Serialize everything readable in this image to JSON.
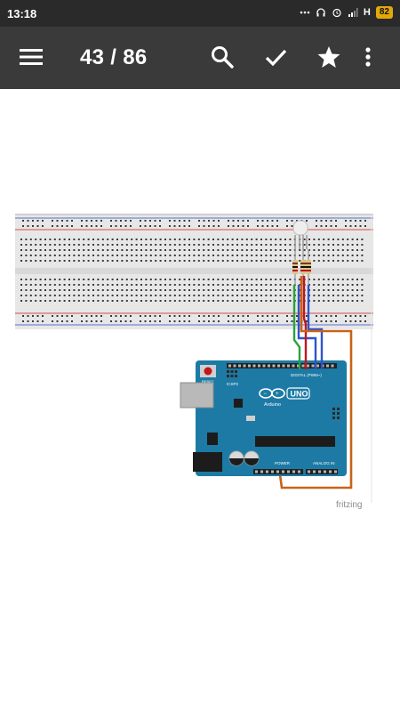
{
  "status_bar": {
    "time": "13:18",
    "network_label": "H",
    "battery_level": "82"
  },
  "toolbar": {
    "menu_icon": "hamburger-icon",
    "page_counter": "43 / 86",
    "search_icon": "search-icon",
    "check_icon": "check-icon",
    "star_icon": "star-icon",
    "overflow_icon": "more-vert-icon"
  },
  "figure": {
    "board_brand": "Arduino",
    "board_model": "UNO",
    "watermark": "fritzing",
    "header_labels": {
      "digital": "DIGITAL (PWM~)",
      "power": "POWER",
      "analog": "ANALOG IN",
      "reset": "RESET",
      "icsp2": "ICSP2",
      "icsp": "ICSP"
    }
  },
  "colors": {
    "status_bg": "#2a2a2a",
    "toolbar_bg": "#3a3a3a",
    "board": "#1c7aa5",
    "wire_orange": "#c8621a",
    "wire_green": "#2aa33a",
    "wire_blue": "#2d55c8",
    "wire_red": "#c0161c"
  }
}
